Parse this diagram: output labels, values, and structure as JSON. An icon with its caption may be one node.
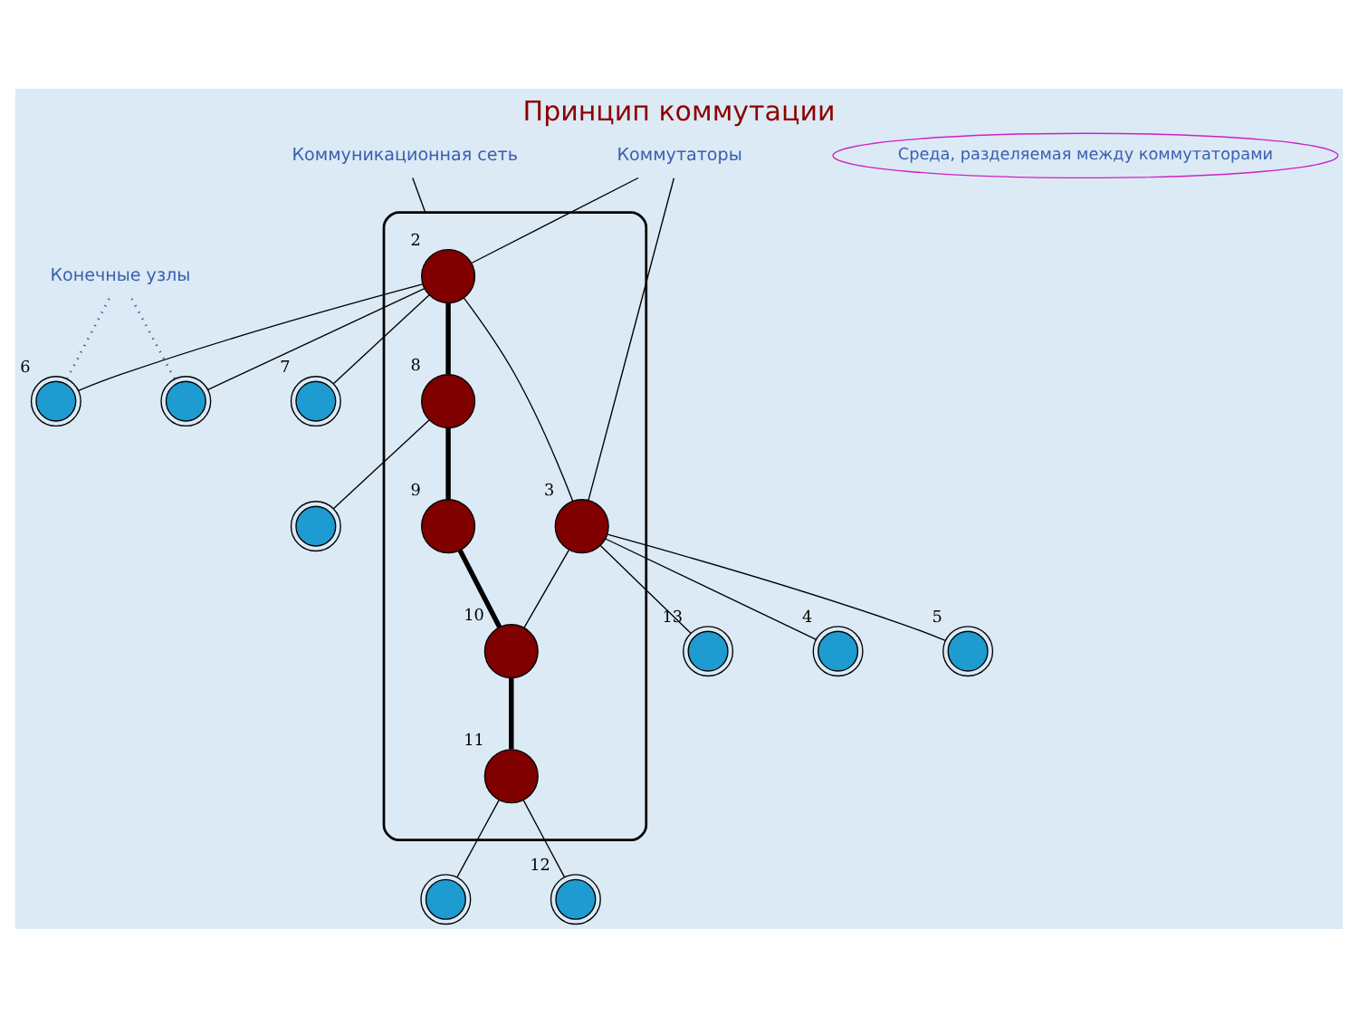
{
  "diagram": {
    "title": "Принцип коммутации",
    "nodes": [
      {
        "text": [
          "Конечные узлы"
        ]
      },
      {
        "text": [
          "Коммуникационная сеть"
        ]
      },
      {
        "text": [
          "Коммутаторы"
        ]
      },
      {
        "text": [],
        "shape": "cloud"
      },
      {
        "text": [],
        "shape": "circle"
      },
      {
        "text": [],
        "shape": "circle",
        "beside": [
          "6"
        ]
      },
      {
        "text": [],
        "shape": "circle",
        "beside": [
          "7"
        ]
      },
      {
        "text": [],
        "shape": "circle",
        "beside": [
          "2"
        ],
        "in": 3
      },
      {
        "text": [],
        "shape": "circle",
        "beside": [
          "3"
        ],
        "in": 3
      },
      {
        "text": [],
        "shape": "circle",
        "beside": [
          "4"
        ]
      },
      {
        "text": [],
        "shape": "circle",
        "beside": [
          "5"
        ]
      },
      {
        "text": [],
        "shape": "circle",
        "beside": [
          "13"
        ]
      },
      {
        "text": [],
        "shape": "circle",
        "beside": [
          "8"
        ],
        "in": 3
      },
      {
        "text": [],
        "shape": "circle",
        "beside": [
          "10"
        ],
        "in": 3
      },
      {
        "text": [],
        "shape": "circle",
        "beside": [
          "11"
        ],
        "in": 3
      },
      {
        "text": [],
        "shape": "circle"
      },
      {
        "text": [],
        "shape": "circle",
        "beside": [
          "9"
        ],
        "in": 3
      },
      {
        "text": [],
        "shape": "circle"
      },
      {
        "text": [],
        "shape": "circle",
        "beside": [
          "12"
        ]
      }
    ],
    "edges": [
      {
        "from": 0,
        "to": 4,
        "arrow": "none",
        "style": "dashed",
        "color": "#3a5fb0"
      },
      {
        "from": 0,
        "to": 5,
        "arrow": "none",
        "style": "dashed",
        "color": "#3a5fb0"
      },
      {
        "from": 1,
        "to": 3,
        "arrow": "none"
      },
      {
        "from": 2,
        "to": 7,
        "arrow": "none"
      },
      {
        "from": 2,
        "to": 8,
        "arrow": "none"
      },
      {
        "from": 7,
        "to": 4,
        "arrow": "none"
      },
      {
        "from": 7,
        "to": 5,
        "arrow": "none"
      },
      {
        "from": 7,
        "to": 6,
        "arrow": "none"
      },
      {
        "from": 7,
        "to": 8,
        "arrow": "none"
      },
      {
        "from": 7,
        "to": 12,
        "arrow": "none",
        "style": "thick"
      },
      {
        "from": 8,
        "to": 9,
        "arrow": "none"
      },
      {
        "from": 8,
        "to": 10,
        "arrow": "none"
      },
      {
        "from": 8,
        "to": 11,
        "arrow": "none"
      },
      {
        "from": 8,
        "to": 13,
        "arrow": "none"
      },
      {
        "from": 13,
        "to": 14,
        "arrow": "none",
        "style": "thick"
      },
      {
        "from": 12,
        "to": 16,
        "arrow": "none",
        "style": "thick"
      },
      {
        "from": 16,
        "to": 13,
        "arrow": "none",
        "style": "thick"
      },
      {
        "from": 12,
        "to": 15,
        "arrow": "none"
      },
      {
        "from": 14,
        "to": 17,
        "arrow": "none"
      },
      {
        "from": 14,
        "to": 18,
        "arrow": "none"
      }
    ],
    "labels": [
      "Среда, разделяемая между коммутаторами"
    ]
  }
}
